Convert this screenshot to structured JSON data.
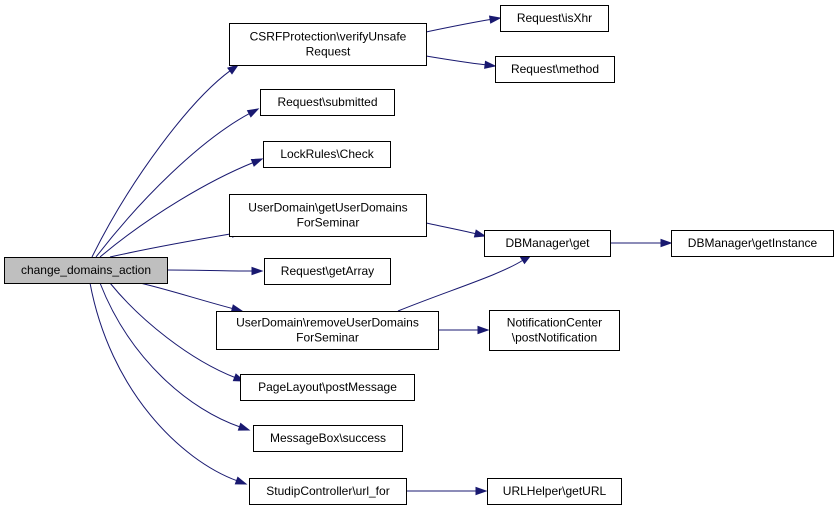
{
  "graph": {
    "nodes": [
      {
        "id": "change_domains_action",
        "lines": [
          "change_domains_action"
        ],
        "root": true
      },
      {
        "id": "csrf_verify",
        "lines": [
          "CSRFProtection\\verifyUnsafe",
          "Request"
        ]
      },
      {
        "id": "request_isxhr",
        "lines": [
          "Request\\isXhr"
        ]
      },
      {
        "id": "request_method",
        "lines": [
          "Request\\method"
        ]
      },
      {
        "id": "request_submitted",
        "lines": [
          "Request\\submitted"
        ]
      },
      {
        "id": "lockrules_check",
        "lines": [
          "LockRules\\Check"
        ]
      },
      {
        "id": "userdomain_get",
        "lines": [
          "UserDomain\\getUserDomains",
          "ForSeminar"
        ]
      },
      {
        "id": "dbmanager_get",
        "lines": [
          "DBManager\\get"
        ]
      },
      {
        "id": "dbmanager_getinstance",
        "lines": [
          "DBManager\\getInstance"
        ]
      },
      {
        "id": "request_getarray",
        "lines": [
          "Request\\getArray"
        ]
      },
      {
        "id": "userdomain_remove",
        "lines": [
          "UserDomain\\removeUserDomains",
          "ForSeminar"
        ]
      },
      {
        "id": "notificationcenter_post",
        "lines": [
          "NotificationCenter",
          "\\postNotification"
        ]
      },
      {
        "id": "pagelayout_postmessage",
        "lines": [
          "PageLayout\\postMessage"
        ]
      },
      {
        "id": "messagebox_success",
        "lines": [
          "MessageBox\\success"
        ]
      },
      {
        "id": "studipcontroller_url_for",
        "lines": [
          "StudipController\\url_for"
        ]
      },
      {
        "id": "urlhelper_geturl",
        "lines": [
          "URLHelper\\getURL"
        ]
      }
    ],
    "edges": [
      {
        "from": "change_domains_action",
        "to": "csrf_verify"
      },
      {
        "from": "change_domains_action",
        "to": "request_submitted"
      },
      {
        "from": "change_domains_action",
        "to": "lockrules_check"
      },
      {
        "from": "change_domains_action",
        "to": "userdomain_get"
      },
      {
        "from": "change_domains_action",
        "to": "request_getarray"
      },
      {
        "from": "change_domains_action",
        "to": "userdomain_remove"
      },
      {
        "from": "change_domains_action",
        "to": "pagelayout_postmessage"
      },
      {
        "from": "change_domains_action",
        "to": "messagebox_success"
      },
      {
        "from": "change_domains_action",
        "to": "studipcontroller_url_for"
      },
      {
        "from": "csrf_verify",
        "to": "request_isxhr"
      },
      {
        "from": "csrf_verify",
        "to": "request_method"
      },
      {
        "from": "userdomain_get",
        "to": "dbmanager_get"
      },
      {
        "from": "dbmanager_get",
        "to": "dbmanager_getinstance"
      },
      {
        "from": "userdomain_remove",
        "to": "dbmanager_get"
      },
      {
        "from": "userdomain_remove",
        "to": "notificationcenter_post"
      },
      {
        "from": "studipcontroller_url_for",
        "to": "urlhelper_geturl"
      }
    ]
  }
}
